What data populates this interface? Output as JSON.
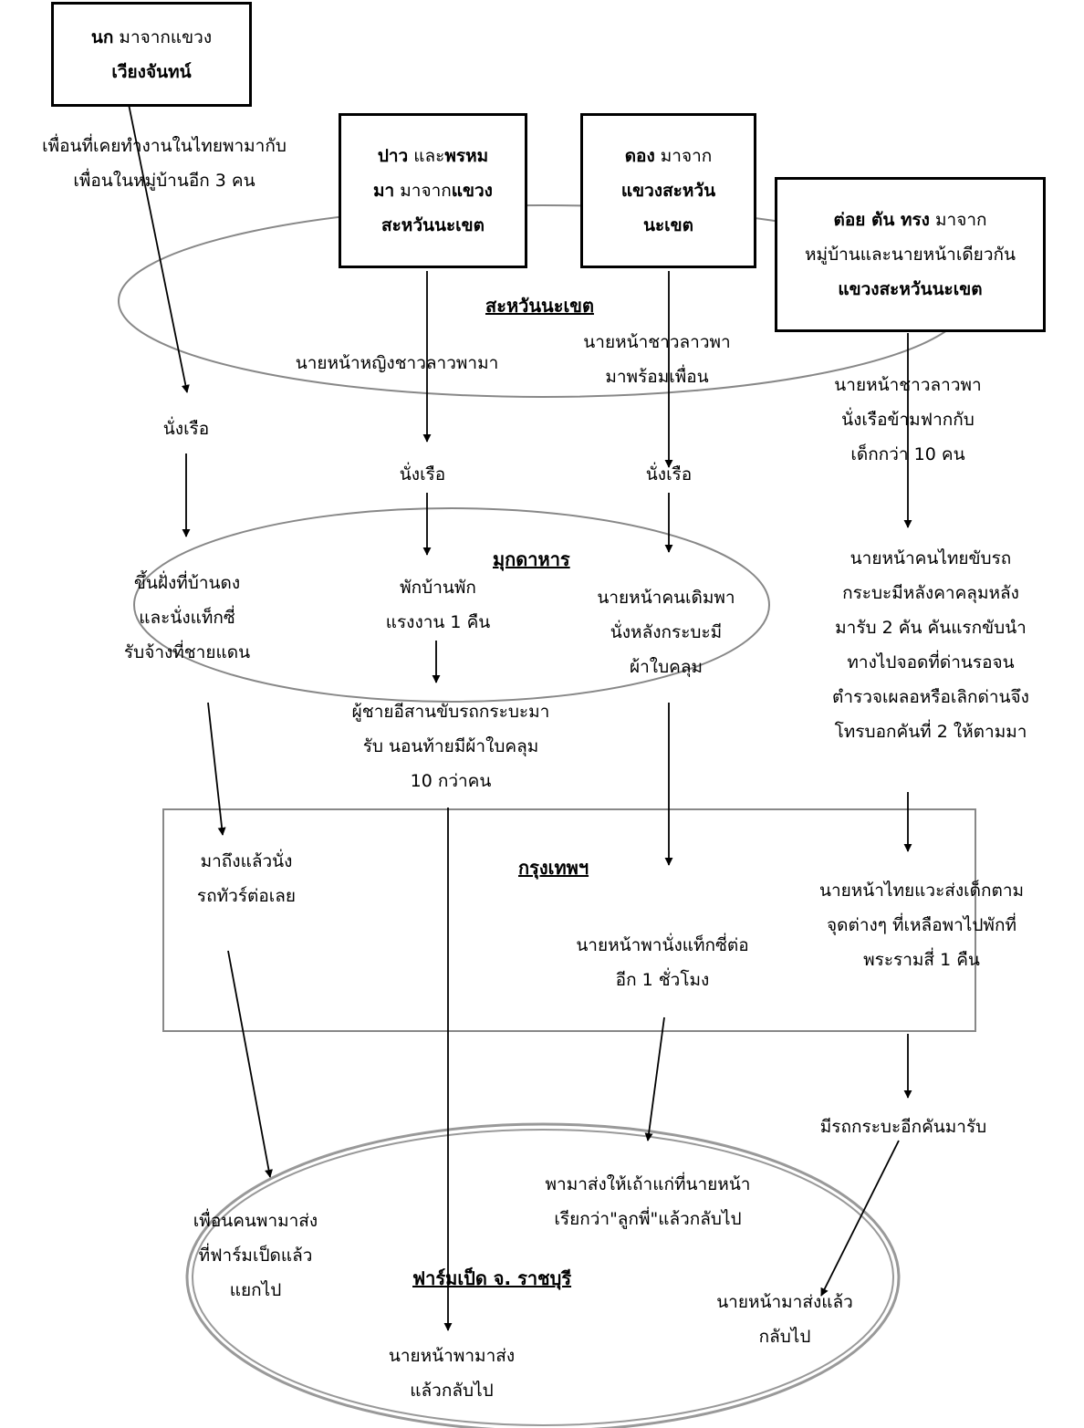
{
  "regions": {
    "savannakhet": "สะหวันนะเขต",
    "mukdahan": "มุกดาหาร",
    "bangkok": "กรุงเทพฯ",
    "farm": "ฟาร์มเป็ด จ. ราชบุรี"
  },
  "sources": {
    "nok": {
      "name": "นก",
      "from": "มาจากแขวง",
      "place": "เวียงจันทน์"
    },
    "pao": {
      "name1": "ปาว",
      "and": "และ",
      "name2": "พรหม",
      "name2b": "มา",
      "from": "มาจาก",
      "place1": "แขวง",
      "place2": "สะหวันนะเขต"
    },
    "dong": {
      "name": "ดอง",
      "from": "มาจาก",
      "place1": "แขวงสะหวัน",
      "place2": "นะเขต"
    },
    "toi": {
      "names": "ต่อย ตัน ทรง",
      "from": "มาจาก",
      "line2": "หมู่บ้านและนายหน้าเดียวกัน",
      "place": "แขวงสะหวันนะเขต"
    }
  },
  "steps": {
    "nok_friend": [
      "เพื่อนที่เคยทำงานในไทยพามากับ",
      "เพื่อนในหมู่บ้านอีก 3 คน"
    ],
    "nok_boat": "นั่งเรือ",
    "nok_land": [
      "ขึ้นฝั่งที่บ้านดง",
      "และนั่งแท็กซี่",
      "รับจ้างที่ชายแดน"
    ],
    "nok_bkk": [
      "มาถึงแล้วนั่ง",
      "รถทัวร์ต่อเลย"
    ],
    "nok_farm": [
      "เพื่อนคนพามาส่ง",
      "ที่ฟาร์มเป็ดแล้ว",
      "แยกไป"
    ],
    "pao_agent": "นายหน้าหญิงชาวลาวพามา",
    "pao_boat": "นั่งเรือ",
    "pao_rest": [
      "พักบ้านพัก",
      "แรงงาน 1 คืน"
    ],
    "pao_truck": [
      "ผู้ชายอีสานขับรถกระบะมา",
      "รับ นอนท้ายมีผ้าใบคลุม",
      "10 กว่าคน"
    ],
    "pao_farm": [
      "นายหน้าพามาส่ง",
      "แล้วกลับไป"
    ],
    "dong_agent": [
      "นายหน้าชาวลาวพา",
      "มาพร้อมเพื่อน"
    ],
    "dong_boat": "นั่งเรือ",
    "dong_truck": [
      "นายหน้าคนเดิมพา",
      "นั่งหลังกระบะมี",
      "ผ้าใบคลุม"
    ],
    "dong_taxi": [
      "นายหน้าพานั่งแท็กซี่ต่อ",
      "อีก 1 ชั่วโมง"
    ],
    "dong_farm": [
      "พามาส่งให้เถ้าแก่ที่นายหน้า",
      "เรียกว่า\"ลูกพี่\"แล้วกลับไป"
    ],
    "toi_agent": [
      "นายหน้าชาวลาวพา",
      "นั่งเรือข้ามฟากกับ",
      "เด็กกว่า 10 คน"
    ],
    "toi_truck": [
      "นายหน้าคนไทยขับรถ",
      "กระบะมีหลังคาคลุมหลัง",
      "มารับ 2 คัน คันแรกขับนำ",
      "ทางไปจอดที่ด่านรอจน",
      "ตำรวจเผลอหรือเลิกด่านจึง",
      "โทรบอกคันที่ 2 ให้ตามมา"
    ],
    "toi_bkk": [
      "นายหน้าไทยแวะส่งเด็กตาม",
      "จุดต่างๆ ที่เหลือพาไปพักที่",
      "พระรามสี่ 1 คืน"
    ],
    "toi_pickup": "มีรถกระบะอีกคันมารับ",
    "toi_farm": [
      "นายหน้ามาส่งแล้ว",
      "กลับไป"
    ]
  }
}
